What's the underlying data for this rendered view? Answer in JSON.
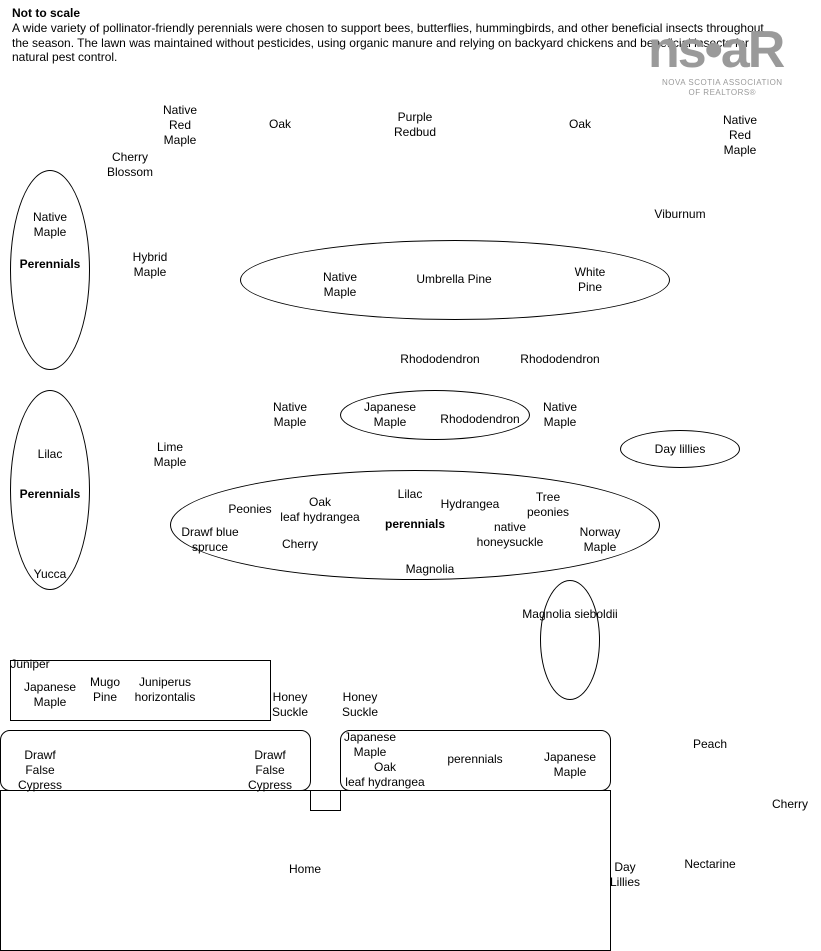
{
  "header": {
    "title": "Not to scale",
    "description": "A wide variety of pollinator-friendly perennials were chosen to support bees, butterflies, hummingbirds, and other beneficial insects throughout the season. The lawn was maintained without pesticides, using organic manure and relying on backyard chickens and beneficial insects for natural pest control."
  },
  "logo": {
    "word": "ns•aR",
    "sub1": "NOVA SCOTIA ASSOCIATION",
    "sub2": "OF REALTORS®"
  },
  "labels": {
    "native_red_maple_1": "Native\nRed\nMaple",
    "oak_1": "Oak",
    "purple_redbud": "Purple\nRedbud",
    "oak_2": "Oak",
    "native_red_maple_2": "Native\nRed\nMaple",
    "cherry_blossom": "Cherry\nBlossom",
    "viburnum": "Viburnum",
    "native_maple_left": "Native\nMaple",
    "perennials_left_1": "Perennials",
    "hybrid_maple": "Hybrid\nMaple",
    "native_maple_bed": "Native\nMaple",
    "umbrella_pine": "Umbrella Pine",
    "white_pine": "White\nPine",
    "rhododendron_1": "Rhododendron",
    "rhododendron_2": "Rhododendron",
    "native_maple_mid_left": "Native\nMaple",
    "japanese_maple_mid": "Japanese\nMaple",
    "rhododendron_mid": "Rhododendron",
    "native_maple_mid_right": "Native\nMaple",
    "lilac_left": "Lilac",
    "perennials_left_2": "Perennials",
    "lime_maple": "Lime\nMaple",
    "day_lillies": "Day lillies",
    "peonies": "Peonies",
    "oak_leaf_hydrangea_1": "Oak\nleaf hydrangea",
    "lilac_bed": "Lilac",
    "hydrangea": "Hydrangea",
    "tree_peonies": "Tree\npeonies",
    "drawf_blue_spruce": "Drawf blue\nspruce",
    "perennials_bed": "perennials",
    "native_honeysuckle": "native\nhoneysuckle",
    "norway_maple": "Norway\nMaple",
    "cherry_bed": "Cherry",
    "magnolia": "Magnolia",
    "yucca": "Yucca",
    "magnolia_sieboldii": "Magnolia sieboldii",
    "juniper": "Juniper",
    "japanese_maple_juniper": "Japanese\nMaple",
    "mugo_pine": "Mugo\nPine",
    "juniperus_horizontalis": "Juniperus\nhorizontalis",
    "honey_suckle_1": "Honey\nSuckle",
    "honey_suckle_2": "Honey\nSuckle",
    "drawf_false_cypress_1": "Drawf\nFalse\nCypress",
    "drawf_false_cypress_2": "Drawf\nFalse\nCypress",
    "japanese_maple_front_left": "Japanese\nMaple",
    "oak_leaf_hydrangea_2": "Oak\nleaf hydrangea",
    "perennials_front": "perennials",
    "japanese_maple_front_right": "Japanese\nMaple",
    "peach": "Peach",
    "cherry_right": "Cherry",
    "home": "Home",
    "day_lillies_2": "Day\nLillies",
    "nectarine": "Nectarine"
  }
}
